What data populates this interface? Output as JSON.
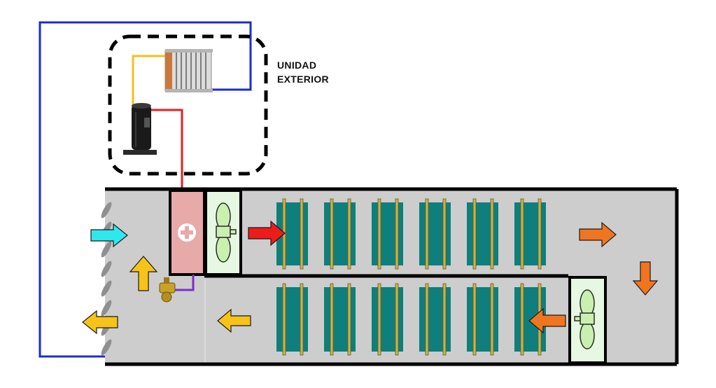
{
  "labels": {
    "outdoor_unit_line1": "UNIDAD",
    "outdoor_unit_line2": "EXTERIOR"
  },
  "colors": {
    "background": "#ffffff",
    "duct": "#cdcdcd",
    "duct_border": "#000000",
    "heater": "#e8a9a9",
    "fan_box": "#e6f8e1",
    "fan": "#c9f0b0",
    "coil": "#0e7f7c",
    "coil_rail": "#c9b24d",
    "pipe_blue": "#1d2ad8",
    "pipe_red": "#e42222",
    "pipe_yellow": "#f3c01a",
    "pipe_purple": "#7b2fc9",
    "arrow_cyan": "#2fe8ee",
    "arrow_yellow": "#f7c318",
    "arrow_red": "#ee1b1b",
    "arrow_orange": "#f07520"
  },
  "components": {
    "outdoor_unit": [
      "condenser-coil",
      "compressor"
    ],
    "air_handler": [
      "inlet-louvers",
      "electric-heater",
      "supply-fan",
      "return-fan",
      "expansion-valve"
    ],
    "coil_rows": 2,
    "coils_per_row": 6
  }
}
